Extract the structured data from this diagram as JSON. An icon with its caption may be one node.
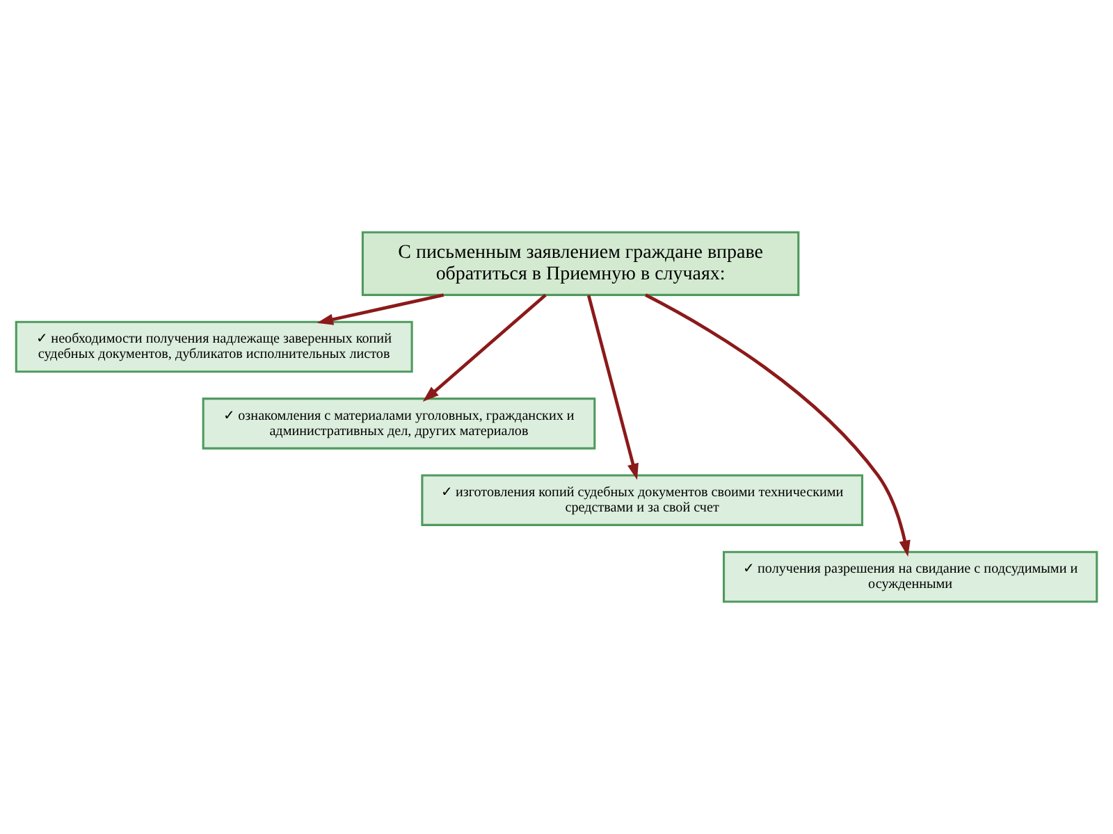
{
  "diagram": {
    "nodes": [
      {
        "text": [
          "С письменным заявлением граждане вправе обратиться в Приемную в случаях:"
        ]
      },
      {
        "text": [
          "✓ необходимости получения надлежаще заверенных копий судебных документов, дубликатов исполнительных листов"
        ]
      },
      {
        "text": [
          "✓ ознакомления с материалами уголовных, гражданских и административных дел, других материалов"
        ]
      },
      {
        "text": [
          "✓ изготовления копий судебных документов своими техническими средствами и за свой счет"
        ]
      },
      {
        "text": [
          "✓ получения разрешения на свидание с подсудимыми и осужденными"
        ]
      }
    ],
    "edges": [
      {
        "from": 0,
        "to": 1,
        "arrow": "to"
      },
      {
        "from": 0,
        "to": 2,
        "arrow": "to"
      },
      {
        "from": 0,
        "to": 3,
        "arrow": "to"
      },
      {
        "from": 0,
        "to": 4,
        "arrow": "to"
      }
    ]
  }
}
